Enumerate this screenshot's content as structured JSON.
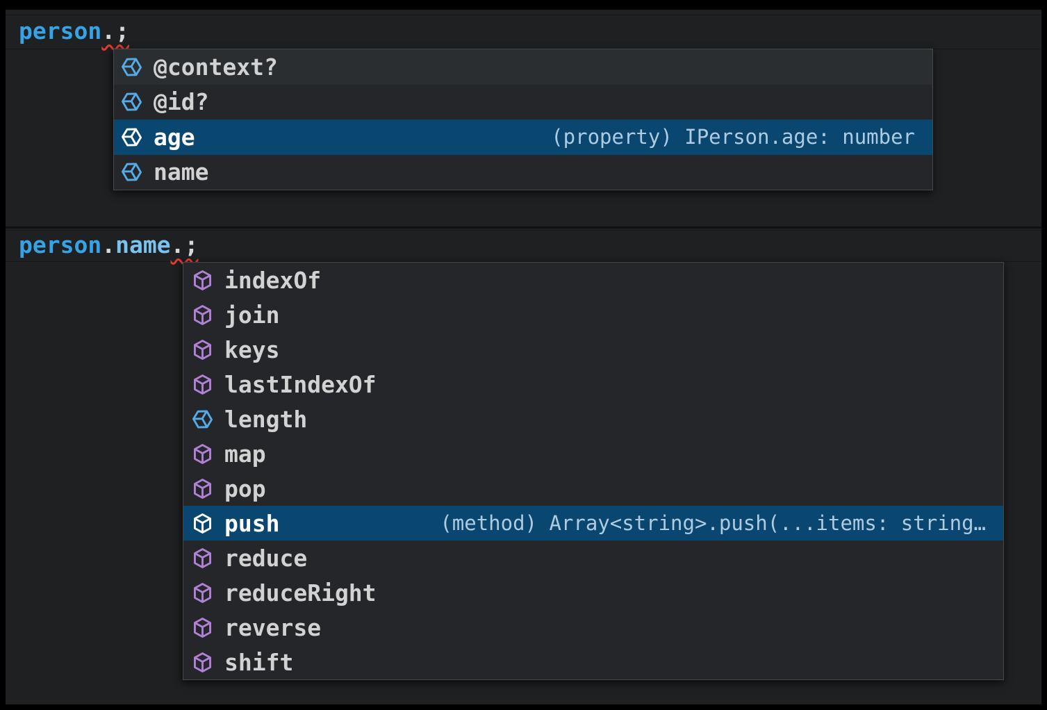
{
  "colors": {
    "frame": "#000000",
    "editor_bg": "#1f2021",
    "widget_bg": "#252629",
    "widget_border": "#47494b",
    "row_hover_bg": "#2b2e30",
    "row_selected_bg": "#094771",
    "label": "#d2d2d2",
    "label_selected": "#ffffff",
    "detail_selected": "#aecbe0",
    "icon_field": "#55abe8",
    "icon_method": "#b180d7",
    "icon_selected": "#ffffff",
    "code_variable": "#35a3e6",
    "code_property": "#7ac3ef",
    "code_punct": "#d8d8d8",
    "squiggle": "#e23c32"
  },
  "snippet1": {
    "code": "person.;",
    "tokens": [
      "person",
      ".;"
    ]
  },
  "snippet2": {
    "code": "person.name.;",
    "tokens": [
      "person",
      ".",
      "name",
      ".;"
    ]
  },
  "suggest1": {
    "items": [
      {
        "label": "@context?",
        "kind": "field",
        "hover": true
      },
      {
        "label": "@id?",
        "kind": "field"
      },
      {
        "label": "age",
        "kind": "field",
        "selected": true,
        "detail": "(property) IPerson.age: number"
      },
      {
        "label": "name",
        "kind": "field"
      }
    ]
  },
  "suggest2": {
    "items": [
      {
        "label": "indexOf",
        "kind": "method"
      },
      {
        "label": "join",
        "kind": "method"
      },
      {
        "label": "keys",
        "kind": "method"
      },
      {
        "label": "lastIndexOf",
        "kind": "method"
      },
      {
        "label": "length",
        "kind": "field"
      },
      {
        "label": "map",
        "kind": "method"
      },
      {
        "label": "pop",
        "kind": "method"
      },
      {
        "label": "push",
        "kind": "method",
        "selected": true,
        "detail": "(method) Array<string>.push(...items: string…"
      },
      {
        "label": "reduce",
        "kind": "method"
      },
      {
        "label": "reduceRight",
        "kind": "method"
      },
      {
        "label": "reverse",
        "kind": "method"
      },
      {
        "label": "shift",
        "kind": "method"
      }
    ]
  }
}
